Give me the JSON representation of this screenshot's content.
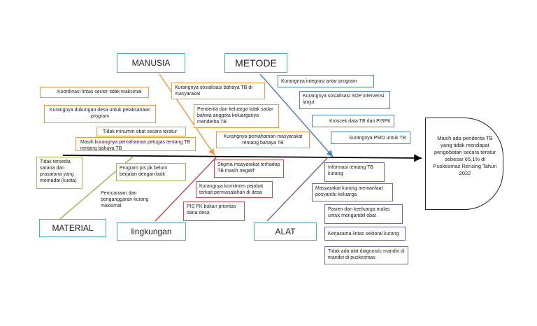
{
  "categories": {
    "manusia": "MANUSIA",
    "metode": "METODE",
    "material": "MATERIAL",
    "lingkungan": "lingkungan",
    "alat": "ALAT"
  },
  "effect": "Masih ada penderita TB yang tidak mendapat pengobatan secara teratur sebesar 65,1% di Puskesmas Rensing Tahun 2022",
  "manusia_causes": [
    "Koordinasi lintas sector tidak maksimal",
    "Kurangnya dukungan desa untuk pelaksanaan program",
    "Tidak minumm obat secara teratur",
    "Masih kurangnya pemahaman petugas tentang TB rentang bahaya TB"
  ],
  "metode_left_causes": [
    "Kurangnya sosialisasi bahaya TB di masyarakat",
    "Penderita dan keluarga tidak sadar bahwa anggota keluarganya menderita TB",
    "Kurangnya pemahaman masyarakat rentang bahaya TB"
  ],
  "metode_right_causes": [
    "Kurangnya integrasi antar program",
    "Kurangnya sosialisasi SOP intervensi lanjut",
    "Kroscek data TB dan PISPK",
    "kurangnya PMO untuk TB"
  ],
  "material_causes": [
    "Tidak tersedia sarana dan prasarana  yang memadai (kuota)",
    "Program pis  pk belum berjalan dengan baik",
    "Perncanaan dan penganggaran kurang maksimal"
  ],
  "lingkungan_causes": [
    "Stigma masyarakat terhadap TB masih negatif",
    "Kurangnya komitmen pejabat terkait permasalahan di desa",
    "PIS PK bukan prioritas dana desa"
  ],
  "alat_causes": [
    "Informasi tentang TB kurang",
    "Masyarakat kurang memanfaat posyandu  keluarga",
    "Pasien dan keeluarga malas untuk mengambil obat",
    "Kerjasama lintas sektoral kurang",
    "Tidak ada alat diagnostic mandiri di mandiri di puskesmas"
  ],
  "colors": {
    "manusia": "#f79646",
    "metode": "#4f81bd",
    "material": "#9bbb59",
    "lingkungan": "#c0504d",
    "alat": "#8064a2",
    "category_border": "#4bacc6",
    "spine": "#000000"
  }
}
